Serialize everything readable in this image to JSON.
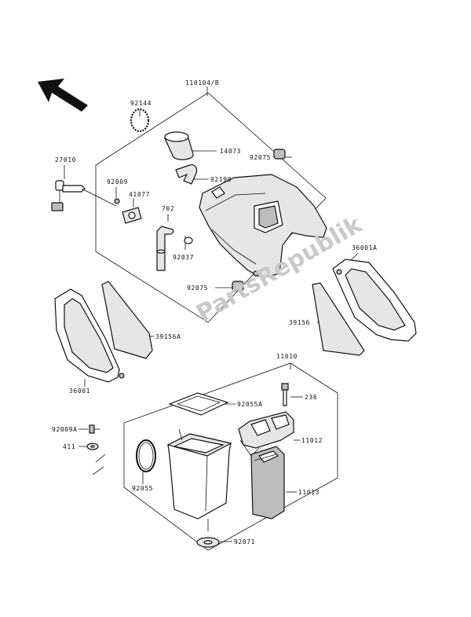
{
  "watermark": "PartsRepublik",
  "labels": {
    "p92144": "92144",
    "p110104": "110104/B",
    "p14073": "14073",
    "p92075a": "92075",
    "p27010": "27010",
    "p92009": "92009",
    "p41077": "41077",
    "p92190": "92190",
    "p702": "702",
    "p92037": "92037",
    "p36001a": "36001A",
    "p92075b": "92075",
    "p39156a": "39156A",
    "p39156": "39156",
    "p36001": "36001",
    "p11010": "11010",
    "p236": "236",
    "p92055a": "92055A",
    "p92009a": "92009A",
    "p11012": "11012",
    "p411": "411",
    "p11013": "11013",
    "p92055": "92055",
    "p92071": "92071"
  }
}
